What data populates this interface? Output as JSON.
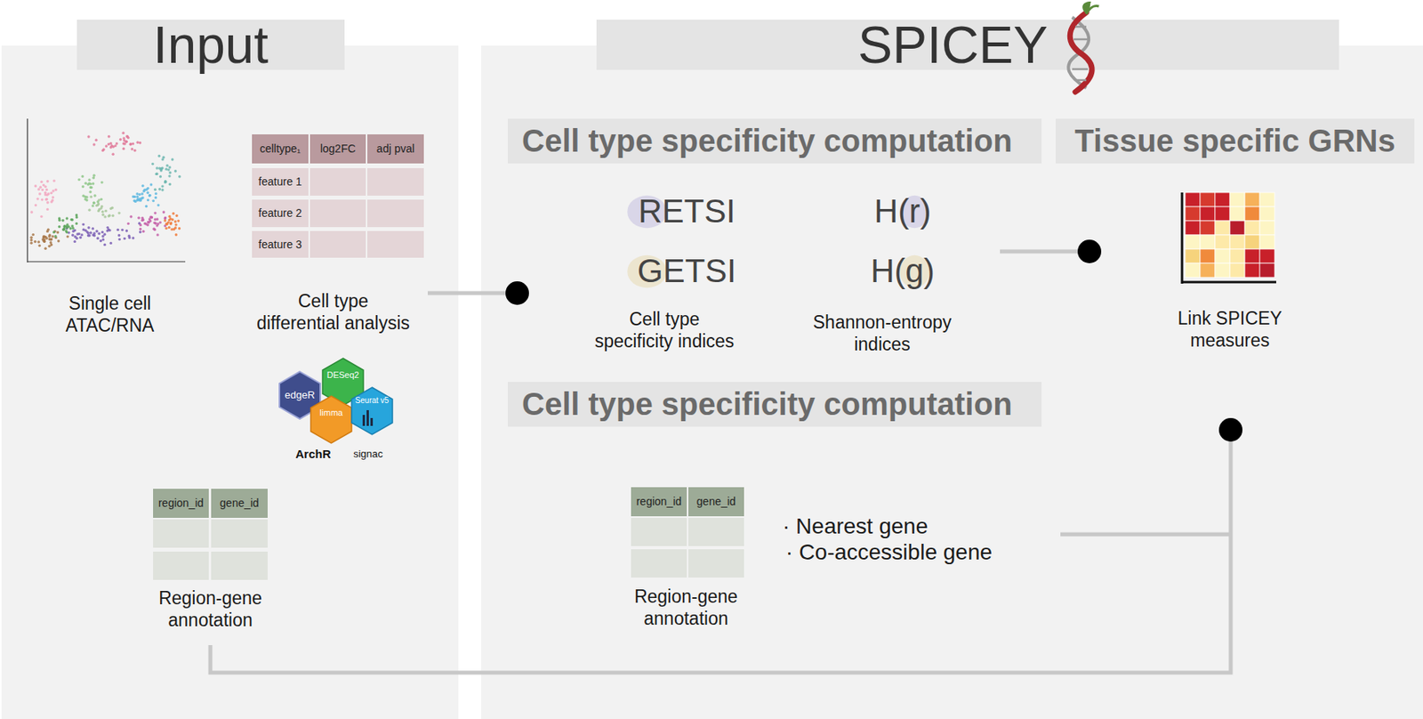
{
  "diagram": {
    "nodes": [
      {
        "text": [
          "Input"
        ]
      },
      {
        "text": [
          "SPICEY"
        ]
      },
      {
        "text": [
          "Cell type specificity computation"
        ],
        "in": 1
      },
      {
        "text": [
          "Tissue specific GRNs"
        ],
        "in": 1
      },
      {
        "text": [
          "Cell type specificity computation"
        ],
        "in": 1
      }
    ],
    "labels": [
      "Single cell ATAC/RNA",
      "celltype₁",
      "log2FC",
      "adj pval",
      "feature 1",
      "feature 2",
      "feature 3",
      "Cell type differential analysis",
      "edgeR",
      "DESeq2",
      "limma",
      "Seurat v5",
      "ArchR",
      "signac",
      "region_id",
      "gene_id",
      "Region-gene annotation",
      "RETSI",
      "GETSI",
      "Cell type specificity indices",
      "H(r)",
      "H(g)",
      "Shannon-entropy indices",
      "Link SPICEY measures",
      "region_id",
      "gene_id",
      "Region-gene annotation",
      "· Nearest gene",
      "· Co-accessible gene"
    ]
  }
}
